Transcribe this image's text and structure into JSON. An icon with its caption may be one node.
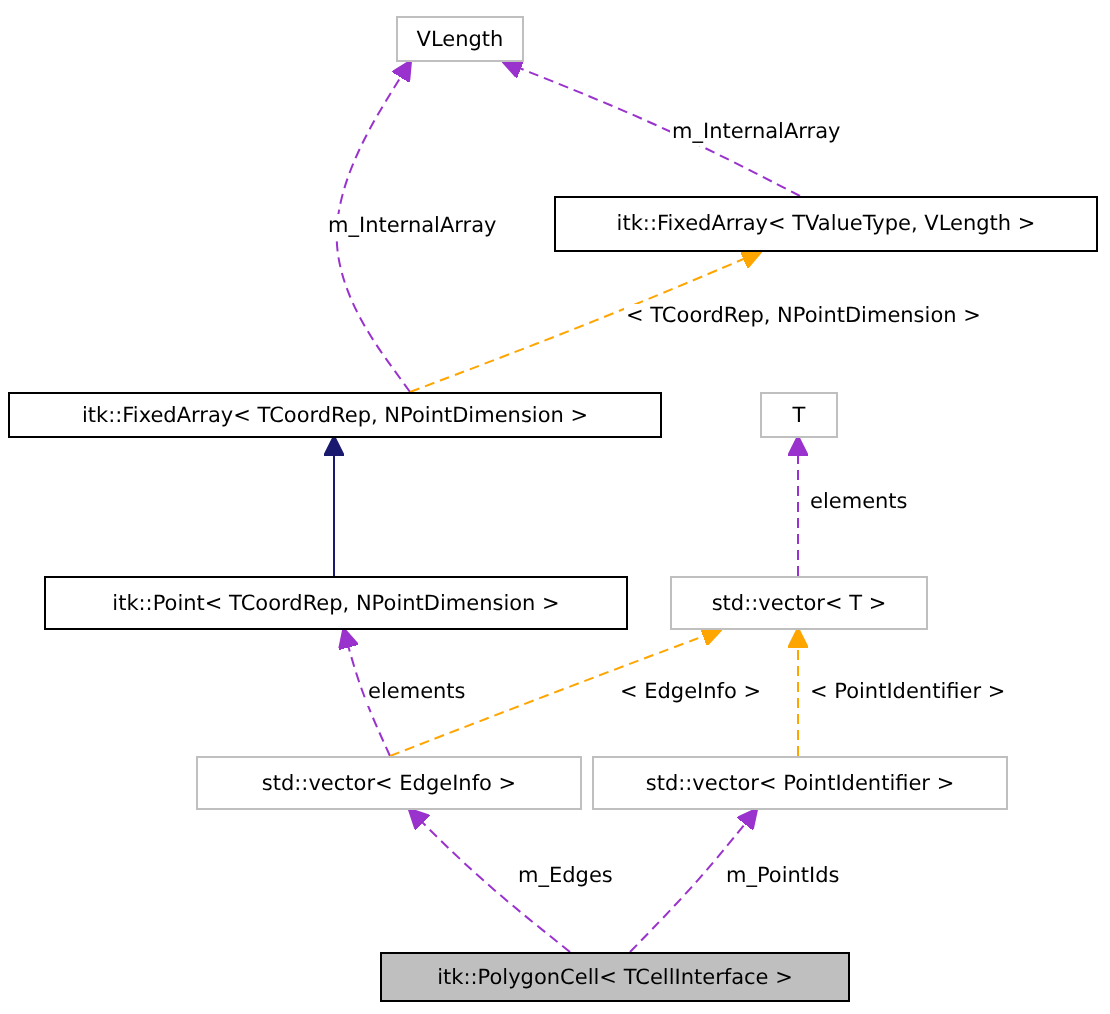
{
  "diagram": {
    "nodes": [
      {
        "text": [
          "VLength"
        ]
      },
      {
        "text": [
          "itk::FixedArray< TValueType, VLength >"
        ]
      },
      {
        "text": [
          "itk::FixedArray< TCoordRep, NPointDimension >"
        ]
      },
      {
        "text": [
          "T"
        ]
      },
      {
        "text": [
          "itk::Point< TCoordRep, NPointDimension >"
        ]
      },
      {
        "text": [
          "std::vector< T >"
        ]
      },
      {
        "text": [
          "std::vector< EdgeInfo >"
        ]
      },
      {
        "text": [
          "std::vector< PointIdentifier >"
        ]
      },
      {
        "text": [
          "itk::PolygonCell< TCellInterface >"
        ]
      }
    ],
    "edges": [
      {
        "from": 1,
        "to": 0,
        "arrow": "to",
        "label": "m_InternalArray",
        "style": "dashed"
      },
      {
        "from": 2,
        "to": 0,
        "arrow": "to",
        "label": "m_InternalArray",
        "style": "dashed"
      },
      {
        "from": 2,
        "to": 1,
        "arrow": "to",
        "label": "< TCoordRep, NPointDimension >",
        "style": "dashed",
        "color": "#ffa500"
      },
      {
        "from": 4,
        "to": 2,
        "arrow": "to",
        "color": "#191970"
      },
      {
        "from": 5,
        "to": 3,
        "arrow": "to",
        "label": "elements",
        "style": "dashed"
      },
      {
        "from": 6,
        "to": 4,
        "arrow": "to",
        "label": "elements",
        "style": "dashed"
      },
      {
        "from": 6,
        "to": 5,
        "arrow": "to",
        "label": "< EdgeInfo >",
        "style": "dashed",
        "color": "#ffa500"
      },
      {
        "from": 7,
        "to": 5,
        "arrow": "to",
        "label": "< PointIdentifier >",
        "style": "dashed",
        "color": "#ffa500"
      },
      {
        "from": 8,
        "to": 6,
        "arrow": "to",
        "label": "m_Edges",
        "style": "dashed"
      },
      {
        "from": 8,
        "to": 7,
        "arrow": "to",
        "label": "m_PointIds",
        "style": "dashed"
      }
    ]
  }
}
